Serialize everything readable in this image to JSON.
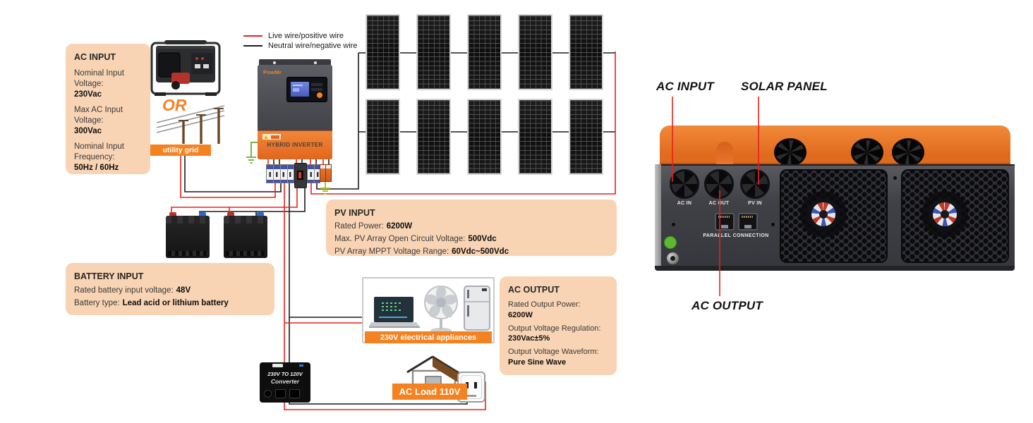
{
  "legend": {
    "live": "Live wire/positive wire",
    "neutral": "Neutral wire/negative wire"
  },
  "or_text": "OR",
  "utility_grid_label": "utility grid",
  "inverter": {
    "brand": "PowMr",
    "band_label": "HYBRID INVERTER"
  },
  "boxes": {
    "ac_input": {
      "title": "AC INPUT",
      "lines": [
        {
          "label": "Nominal Input Voltage:",
          "value": "230Vac"
        },
        {
          "label": "Max AC Input Voltage:",
          "value": "300Vac"
        },
        {
          "label": "Nominal Input Frequency:",
          "value": "50Hz / 60Hz"
        }
      ]
    },
    "pv_input": {
      "title": "PV INPUT",
      "lines": [
        {
          "label": "Rated Power:",
          "value": "6200W"
        },
        {
          "label": "Max. PV Array Open Circuit Voltage:",
          "value": "500Vdc"
        },
        {
          "label": "PV Array MPPT Voltage Range:",
          "value": "60Vdc~500Vdc"
        }
      ]
    },
    "battery_input": {
      "title": "BATTERY INPUT",
      "lines": [
        {
          "label": "Rated battery input voltage:",
          "value": "48V"
        },
        {
          "label": "Battery type:",
          "value": "Lead acid or lithium battery"
        }
      ]
    },
    "ac_output": {
      "title": "AC OUTPUT",
      "lines": [
        {
          "label": "Rated Output Power:",
          "value": "6200W"
        },
        {
          "label": "Output Voltage Regulation:",
          "value": "230Vac±5%"
        },
        {
          "label": "Output Voltage Waveform:",
          "value": "Pure Sine Wave"
        }
      ]
    }
  },
  "appliances_label": "230V electrical appliances",
  "converter": {
    "line1": "230V TO 120V",
    "line2": "Converter"
  },
  "ac_load_label": "AC Load 110V",
  "rear": {
    "labels": {
      "ac_input": "AC INPUT",
      "solar_panel": "SOLAR PANEL",
      "ac_output": "AC OUTPUT"
    },
    "ports": {
      "ac_in": "AC IN",
      "ac_out": "AC OUT",
      "pv_in": "PV IN"
    },
    "parallel_label": "PARALLEL CONNECTION"
  },
  "colors": {
    "accent_orange": "#f58220",
    "info_box_bg": "#f8d4b4",
    "wire_live": "#e8211d",
    "wire_neutral": "#1c1c1c"
  }
}
